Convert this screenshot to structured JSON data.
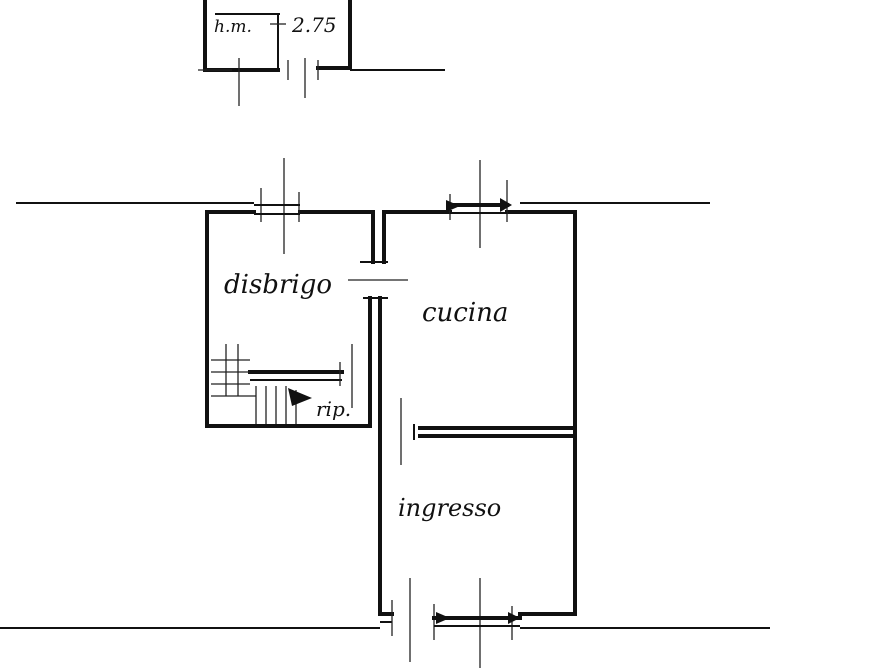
{
  "top_fragment": {
    "height_label": "h.m.",
    "height_value": "2.75"
  },
  "rooms": {
    "disbrigo": "disbrigo",
    "cucina": "cucina",
    "ingresso": "ingresso",
    "ripostiglio": "rip."
  }
}
